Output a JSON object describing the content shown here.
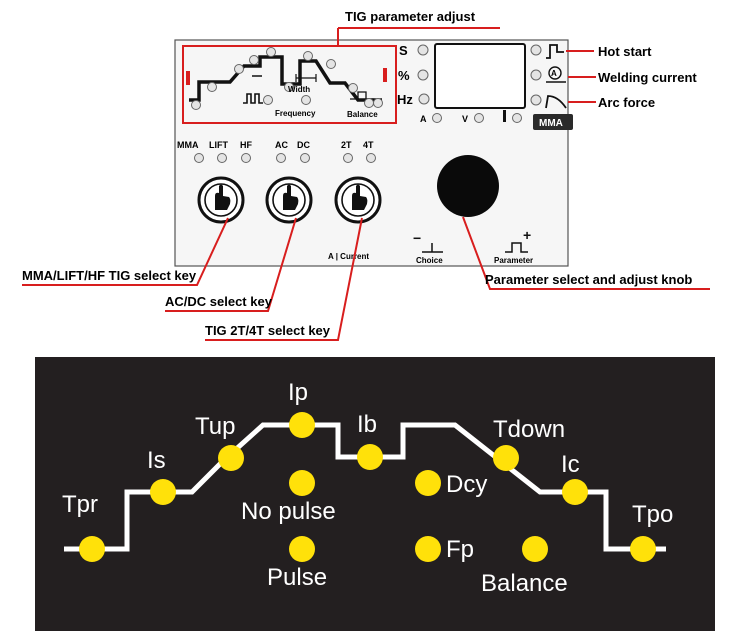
{
  "panel": {
    "tig_param_title": "TIG parameter adjust",
    "width_label": "Width",
    "frequency_label": "Frequency",
    "balance_label": "Balance",
    "meter_s": "S",
    "meter_pct": "%",
    "meter_hz": "Hz",
    "meter_a": "A",
    "meter_v": "V",
    "mode_badge": "MMA",
    "key1_labels": [
      "MMA",
      "LIFT",
      "HF"
    ],
    "key2_labels": [
      "AC",
      "DC"
    ],
    "key3_labels": [
      "2T",
      "4T"
    ],
    "current_label": "A | Current",
    "choice_label": "Choice",
    "parameter_label": "Parameter",
    "choice_sign": "−",
    "parameter_sign": "+"
  },
  "callouts": {
    "hot_start": "Hot start",
    "welding_current": "Welding current",
    "arc_force": "Arc force",
    "mma_key": "MMA/LIFT/HF TIG select key",
    "acdc_key": "AC/DC select key",
    "tig_key": "TIG 2T/4T select key",
    "knob": "Parameter select and adjust knob"
  },
  "waveform": {
    "labels": {
      "tpr": "Tpr",
      "is": "Is",
      "tup": "Tup",
      "ip": "Ip",
      "ib": "Ib",
      "tdown": "Tdown",
      "ic": "Ic",
      "tpo": "Tpo",
      "dcy": "Dcy",
      "fp": "Fp",
      "no_pulse": "No pulse",
      "pulse": "Pulse",
      "balance": "Balance"
    }
  },
  "colors": {
    "led_yellow": "#ffe10a",
    "lower_bg": "#231f20",
    "callout_red": "#d81e1e",
    "panel_bg": "#f6f6f6"
  }
}
